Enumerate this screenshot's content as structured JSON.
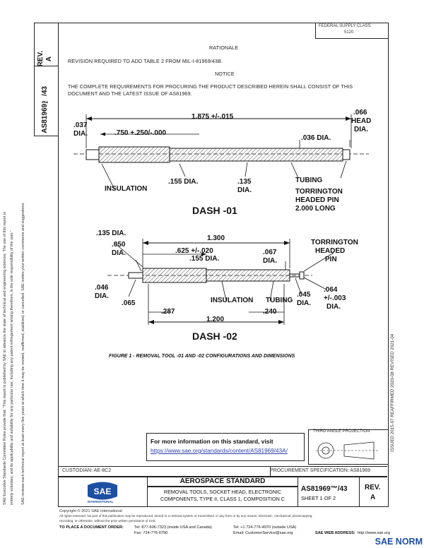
{
  "header": {
    "rev_label": "REV.",
    "rev_value": "A",
    "doc_id": "AS81969™/43",
    "stamp_line1": "FEDERAL SUPPLY CLASS",
    "stamp_line2": "5120"
  },
  "left_margin": {
    "text1": "SAE Executive Standards Committee Rules provide that: “This report is published by SAE to advance the state of technical and engineering sciences. The use of this report is",
    "text2": "entirely voluntary, and its applicability and suitability for any particular use, including any patent infringement arising therefrom, is the sole responsibility of the user.”",
    "text3": "SAE reviews each technical report at least every five years at which time it may be revised, reaffirmed, stabilized, or cancelled. SAE invites your written comments and suggestions."
  },
  "right_margin": {
    "dates": "ISSUED 2015-07   REAFFIRMED 2020-08   REVISED 2021-04"
  },
  "rationale": {
    "title": "RATIONALE",
    "text": "REVISION REQUIRED TO ADD TABLE 2 FROM MIL-I-81969/43B."
  },
  "notice": {
    "title": "NOTICE",
    "line1": "THE COMPLETE REQUIREMENTS FOR PROCURING THE PRODUCT DESCRIBED HEREIN SHALL CONSIST OF THIS",
    "line2": "DOCUMENT AND THE LATEST ISSUE OF AS81969."
  },
  "dash01": {
    "title": "DASH -01",
    "dim_total": "1.875 +/-.015",
    "dim_037": ".037",
    "dim_037b": "DIA.",
    "dim_750": ".750 +.250/-.000",
    "dim_036": ".036 DIA.",
    "dim_066a": ".066",
    "dim_066b": "HEAD",
    "dim_066c": "DIA.",
    "insulation": "INSULATION",
    "dim_155": ".155 DIA.",
    "dim_135a": ".135",
    "dim_135b": "DIA.",
    "tubing": "TUBING",
    "pin1": "TORRINGTON",
    "pin2": "HEADED PIN",
    "pin3": "2.000 LONG"
  },
  "dash02": {
    "title": "DASH -02",
    "dim_135": ".135 DIA.",
    "dim_050a": ".050",
    "dim_050b": "DIA.",
    "dim_1300": "1.300",
    "dim_625": ".625 +/-.020",
    "dim_155": ".155 DIA.",
    "dim_067a": ".067",
    "dim_067b": "DIA.",
    "pin1": "TORRINGTON",
    "pin2": "HEADED",
    "pin3": "PIN",
    "dim_046a": ".046",
    "dim_046b": "DIA.",
    "dim_065": ".065",
    "dim_287": ".287",
    "insulation": "INSULATION",
    "tubing": "TUBING",
    "dim_240": ".240",
    "dim_045a": ".045",
    "dim_045b": "DIA.",
    "dim_064a": ".064",
    "dim_064b": "+/-.003",
    "dim_064c": "DIA.",
    "dim_1200": "1.200"
  },
  "figure_caption": "FIGURE 1 - REMOVAL TOOL -01 AND -02 CONFIGURATIONS AND DIMENSIONS",
  "info_box": {
    "line1": "For more information on this standard, visit",
    "link": "https://www.sae.org/standards/content/AS81969/43A/"
  },
  "projection": {
    "label": "THIRD ANGLE PROJECTION"
  },
  "title_block": {
    "custodian": "CUSTODIAN: AE-8C2",
    "procurement": "PROCUREMENT SPECIFICATION: AS81969",
    "standard_title": "AEROSPACE STANDARD",
    "desc1": "REMOVAL TOOLS, SOCKET HEAD, ELECTRONIC",
    "desc2": "COMPONENTS, TYPE II, CLASS 1, COMPOSITION C",
    "doc_id": "AS81969™/43",
    "sheet": "SHEET 1 OF 2",
    "rev_label": "REV.",
    "rev_value": "A",
    "logo_text": "SAE",
    "logo_sub": "INTERNATIONAL"
  },
  "footer": {
    "copyright": "Copyright © 2021 SAE International",
    "rights": "All rights reserved. No part of this publication may be reproduced, stored in a retrieval system or transmitted, in any form or by any means, electronic, mechanical, photocopying,",
    "rights2": "recording, or otherwise, without the prior written permission of SAE.",
    "order": "TO PLACE A DOCUMENT ORDER:",
    "tel1": "Tel:   877-606-7323 (inside USA and Canada)",
    "tel2": "Tel:   +1 724-776-4970 (outside USA)",
    "fax": "Fax:  724-776-0790",
    "email": "Email:  CustomerService@sae.org",
    "web": "SAE WEB ADDRESS:",
    "web_url": "http://www.sae.org"
  },
  "watermark": "SAE NORM"
}
